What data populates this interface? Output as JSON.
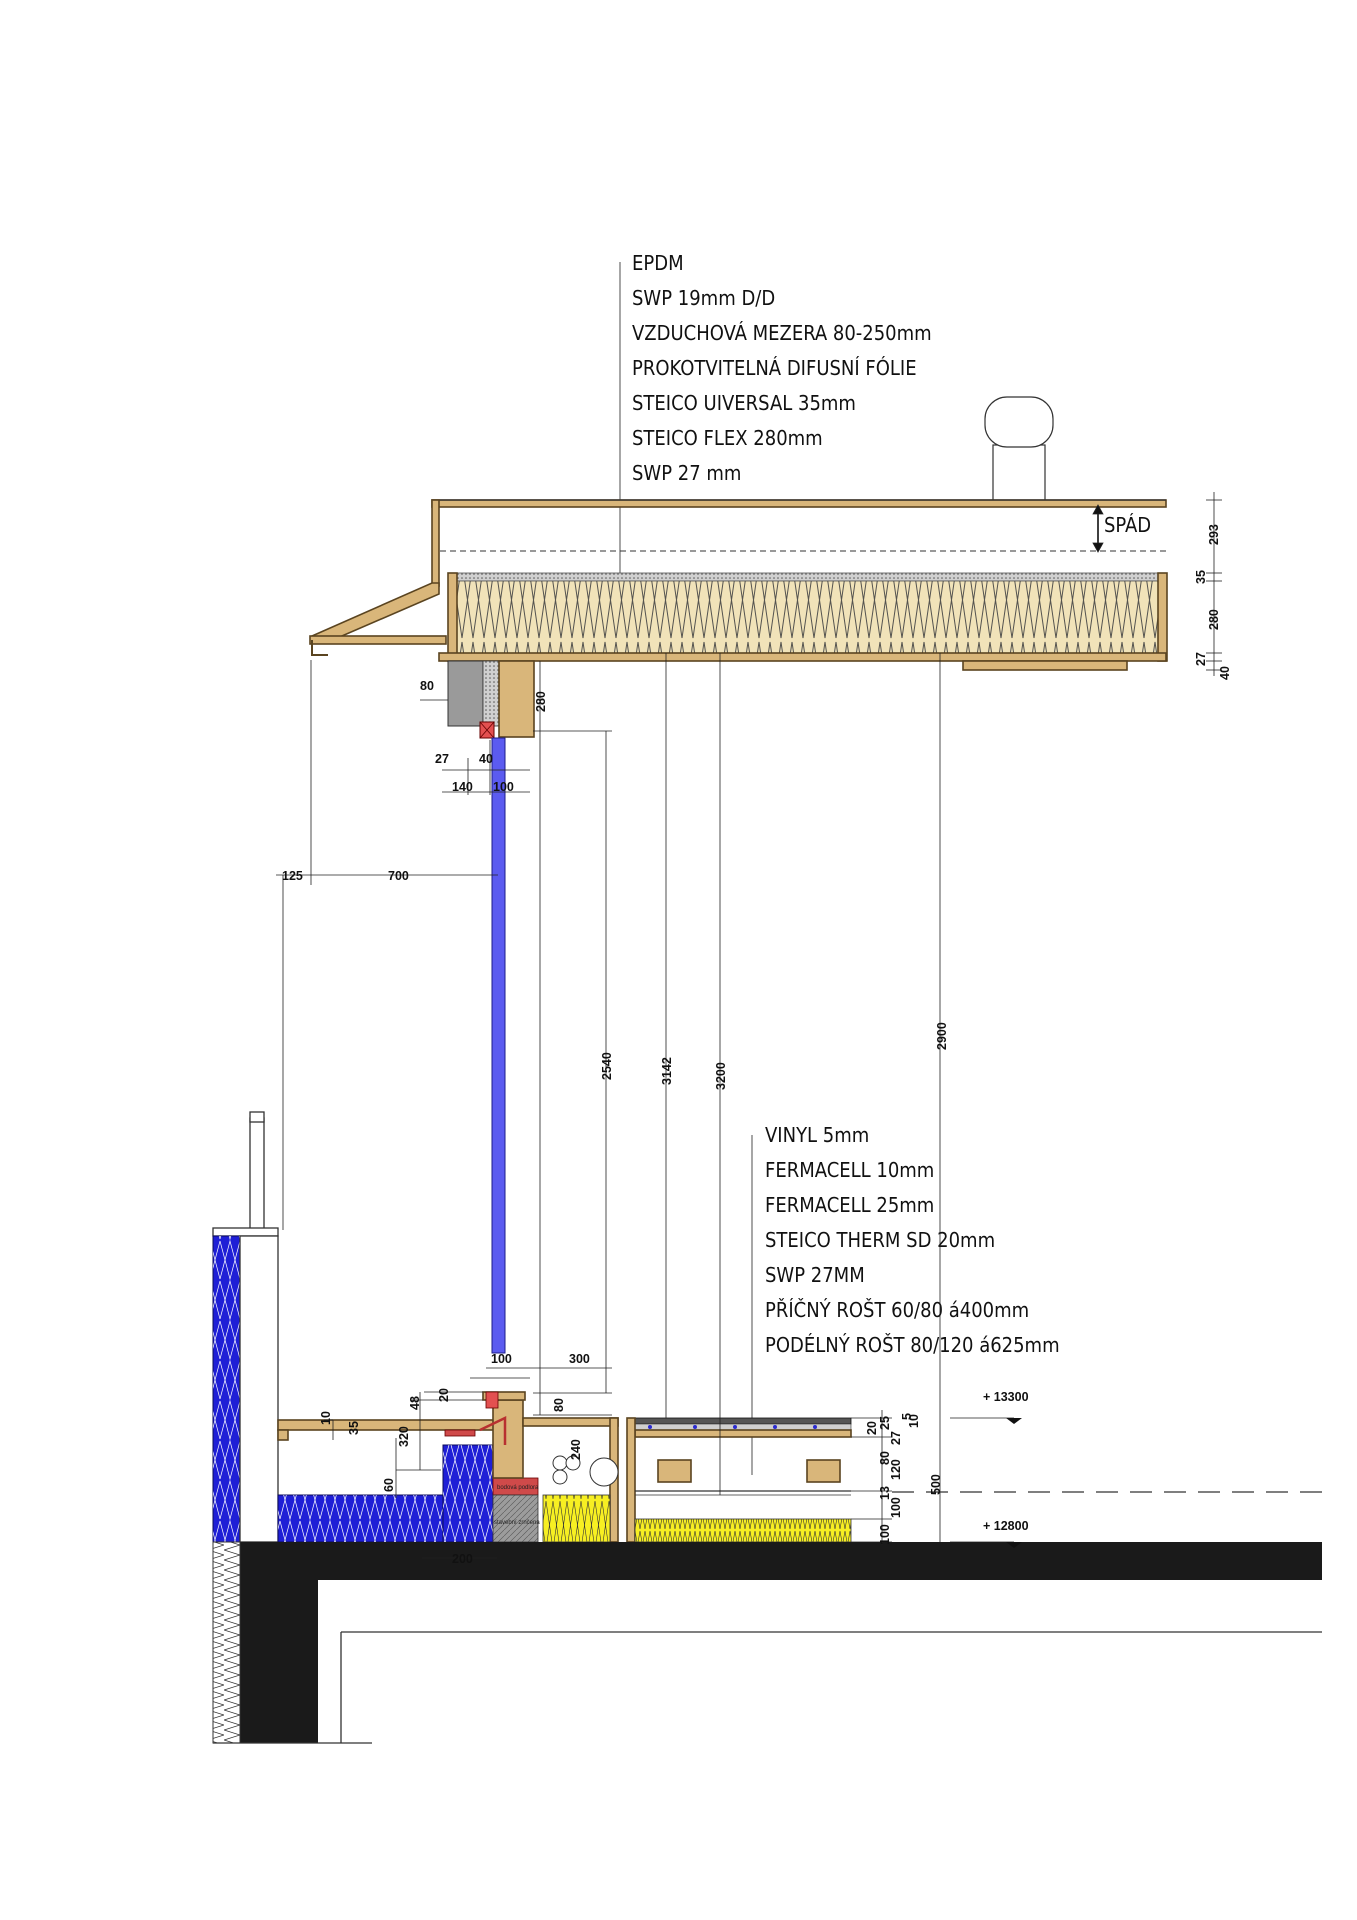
{
  "roof_layers": [
    "EPDM",
    "SWP 19mm D/D",
    "VZDUCHOVÁ MEZERA 80-250mm",
    "PROKOTVITELNÁ DIFUSNÍ FÓLIE",
    "STEICO UIVERSAL 35mm",
    "STEICO FLEX 280mm",
    "SWP 27 mm"
  ],
  "floor_layers": [
    "VINYL 5mm",
    "FERMACELL 10mm",
    "FERMACELL 25mm",
    "STEICO THERM SD 20mm",
    "SWP 27MM",
    "PŘÍČNÝ ROŠT 60/80 á400mm",
    "PODÉLNÝ ROŠT 80/120 á625mm"
  ],
  "slope_label": "SPÁD",
  "roof_dims": [
    "293",
    "35",
    "280",
    "27",
    "40"
  ],
  "eave_dims": {
    "d80": "80",
    "d280": "280",
    "d27": "27",
    "d40": "40",
    "d140": "140",
    "d100": "100",
    "d125": "125",
    "d700": "700"
  },
  "vertical_dims": {
    "d2540": "2540",
    "d3142": "3142",
    "d3200": "3200",
    "d2900": "2900"
  },
  "sill_dims": {
    "d100": "100",
    "d300": "300",
    "d20": "20",
    "d48": "48",
    "d80": "80",
    "d10": "10",
    "d35": "35",
    "d320": "320",
    "d240": "240",
    "d60": "60",
    "d200": "200"
  },
  "floor_dims": {
    "d5": "5",
    "d20": "20",
    "d25": "25",
    "d27": "27",
    "d10": "10",
    "d80": "80",
    "d120": "120",
    "d13": "13",
    "d100a": "100",
    "d500": "500",
    "d100b": "100"
  },
  "levels": {
    "upper": "+ 13300",
    "lower": "+ 12800"
  },
  "small_labels": {
    "a": "bodová podlora",
    "b": "stavební zrnčena"
  },
  "colors": {
    "wood": "#d9b67a",
    "insulation_blue": "#1f1fd6",
    "window_blue": "#5b5bf0",
    "insulation_yellow": "#f7ef22",
    "gray": "#a8a8a8",
    "red": "#cf4a4a",
    "slab": "#1a1a1a"
  }
}
